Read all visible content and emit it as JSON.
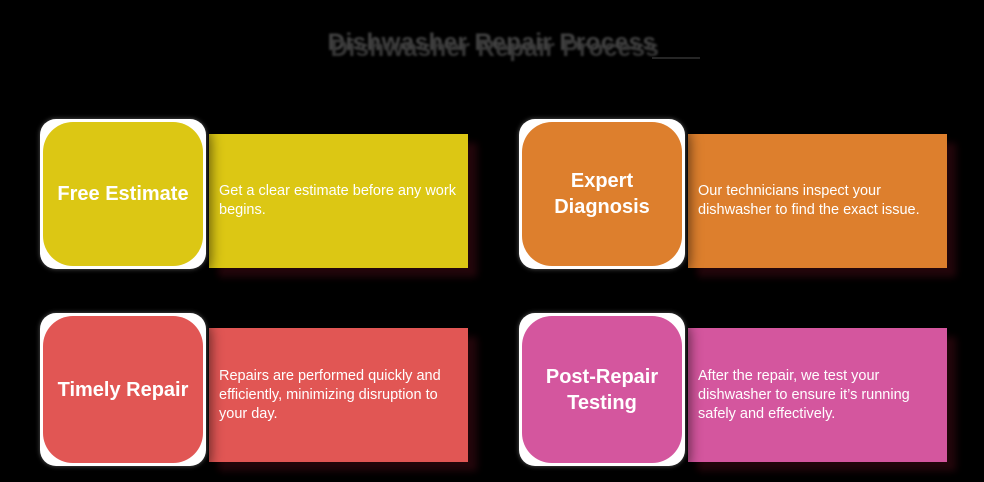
{
  "title": {
    "text": "Dishwasher Repair Process"
  },
  "palette": {
    "background": "#000000",
    "title_text": "#424242",
    "card_text": "#ffffff",
    "yellow": "#dcc714",
    "orange": "#dd7f2d",
    "red": "#e15654",
    "pink": "#d4569e"
  },
  "cards": [
    {
      "step_label": "Free Estimate",
      "description": "Get a clear estimate before any work begins.",
      "color": "#dcc714"
    },
    {
      "step_label": "Expert Diagnosis",
      "description": "Our technicians inspect your dishwasher to find the exact issue.",
      "color": "#dd7f2d"
    },
    {
      "step_label": "Timely Repair",
      "description": "Repairs are performed quickly and efficiently, minimizing disruption to your day.",
      "color": "#e15654"
    },
    {
      "step_label": "Post-Repair Testing",
      "description": "After the repair, we test your dishwasher to ensure it’s running safely and effectively.",
      "color": "#d4569e"
    }
  ]
}
